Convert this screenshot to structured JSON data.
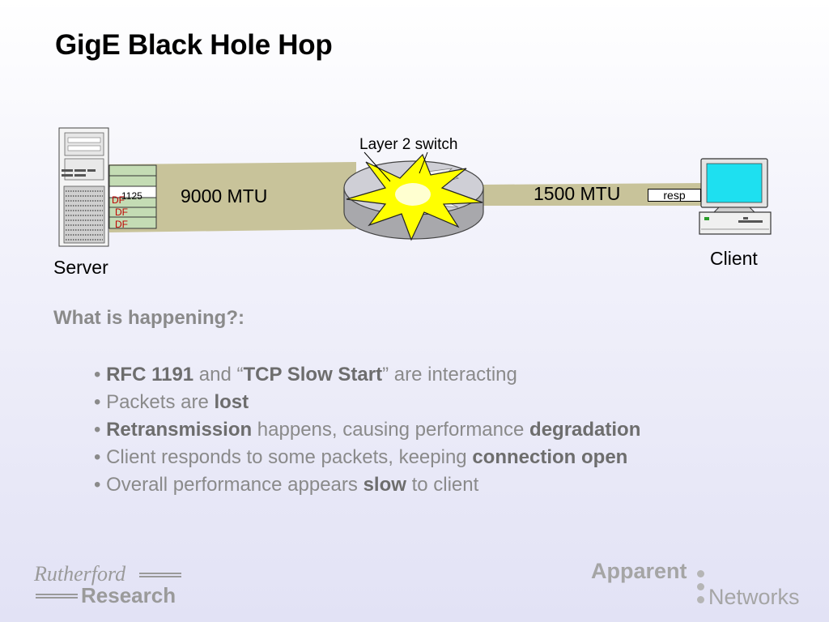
{
  "slide": {
    "title": "GigE Black Hole Hop"
  },
  "diagram": {
    "switch_label": "Layer 2 switch",
    "left_link_label": "9000 MTU",
    "right_link_label": "1500 MTU",
    "server_label": "Server",
    "client_label": "Client",
    "response_label": "resp",
    "packet_size": "1125",
    "packet_flags": [
      "DF",
      "DF",
      "DF"
    ],
    "link_color": "#c8c39a",
    "flag_color": "#c00000",
    "burst_color": "#ffff00"
  },
  "content": {
    "heading": "What is happening?:",
    "bullets": [
      [
        {
          "t": "• "
        },
        {
          "t": "RFC 1191",
          "b": true
        },
        {
          "t": " and “"
        },
        {
          "t": "TCP Slow Start",
          "b": true
        },
        {
          "t": "” are interacting"
        }
      ],
      [
        {
          "t": "• Packets are "
        },
        {
          "t": "lost",
          "b": true
        }
      ],
      [
        {
          "t": "• "
        },
        {
          "t": "Retransmission",
          "b": true
        },
        {
          "t": " happens, causing performance "
        },
        {
          "t": "degradation",
          "b": true
        }
      ],
      [
        {
          "t": "• Client responds to some packets, keeping "
        },
        {
          "t": "connection open",
          "b": true
        }
      ],
      [
        {
          "t": "• Overall performance appears "
        },
        {
          "t": "slow",
          "b": true
        },
        {
          "t": " to client"
        }
      ]
    ]
  },
  "footer": {
    "left_logo_line1": "Rutherford",
    "left_logo_line2": "Research",
    "right_logo_line1": "Apparent",
    "right_logo_line2": "Networks"
  }
}
